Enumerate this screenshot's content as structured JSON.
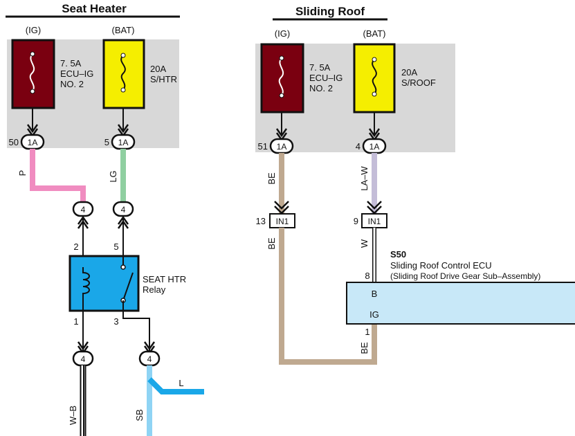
{
  "seat_heater": {
    "title": "Seat Heater",
    "fuse_ig": {
      "source": "(IG)",
      "rating": "7. 5A",
      "name_line1": "ECU–IG",
      "name_line2": "NO. 2",
      "pin": "50",
      "connector": "1A",
      "color": "#7a0010"
    },
    "fuse_bat": {
      "source": "(BAT)",
      "rating": "20A",
      "name": "S/HTR",
      "pin": "5",
      "connector": "1A",
      "color": "#f5ee00"
    },
    "wire_p": {
      "label": "P",
      "color": "#f08cc0"
    },
    "wire_lg": {
      "label": "LG",
      "color": "#8fcfa0"
    },
    "junction_left": "4",
    "junction_right": "4",
    "relay": {
      "name_line1": "SEAT HTR",
      "name_line2": "Relay",
      "pin_coil_top": "2",
      "pin_switch_top": "5",
      "pin_coil_bottom": "1",
      "pin_switch_bottom": "3",
      "color": "#1aa7e8"
    },
    "junction_bottom_left": "4",
    "junction_bottom_right": "4",
    "wire_wb": {
      "label": "W–B"
    },
    "wire_sb": {
      "label": "SB",
      "color": "#8fd4f4"
    },
    "wire_l": {
      "label": "L",
      "color": "#1aa7e8"
    }
  },
  "sliding_roof": {
    "title": "Sliding Roof",
    "fuse_ig": {
      "source": "(IG)",
      "rating": "7. 5A",
      "name_line1": "ECU–IG",
      "name_line2": "NO. 2",
      "pin": "51",
      "connector": "1A",
      "color": "#7a0010"
    },
    "fuse_bat": {
      "source": "(BAT)",
      "rating": "20A",
      "name": "S/ROOF",
      "pin": "4",
      "connector": "1A",
      "color": "#f5ee00"
    },
    "wire_be": {
      "label": "BE",
      "color": "#bfa990"
    },
    "wire_law": {
      "label": "LA–W",
      "color": "#c4bdd8"
    },
    "in1_left": {
      "pin": "13",
      "connector": "IN1"
    },
    "in1_right": {
      "pin": "9",
      "connector": "IN1"
    },
    "wire_be_2": {
      "label": "BE"
    },
    "wire_w": {
      "label": "W"
    },
    "ecu": {
      "id": "S50",
      "name": "Sliding Roof Control ECU",
      "sub": "(Sliding Roof Drive Gear Sub–Assembly)",
      "pin_b": "8",
      "label_b": "B",
      "label_ig": "IG",
      "pin_ig": "1",
      "color": "#c8e8f8"
    },
    "wire_be_3": {
      "label": "BE"
    }
  },
  "colors": {
    "panel": "#d8d8d8",
    "wire_black": "#111111"
  }
}
